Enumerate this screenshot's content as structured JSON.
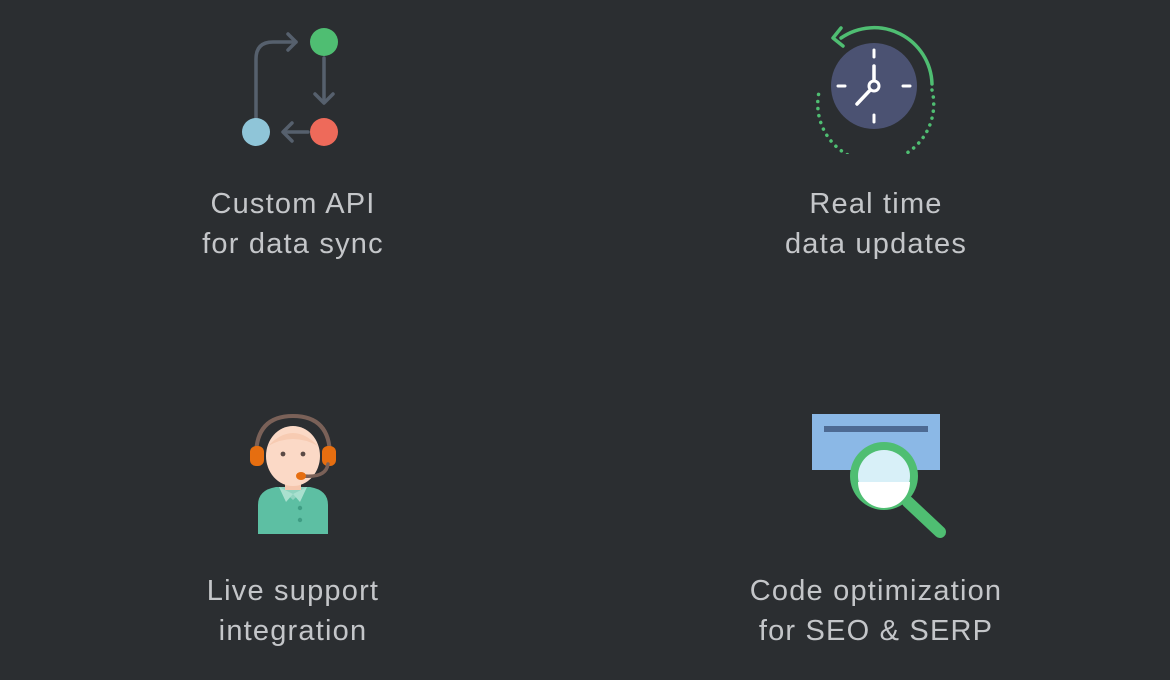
{
  "features": [
    {
      "line1": "Custom API",
      "line2": "for data sync",
      "icon": "api-sync-icon"
    },
    {
      "line1": "Real time",
      "line2": "data updates",
      "icon": "clock-refresh-icon"
    },
    {
      "line1": "Live support",
      "line2": "integration",
      "icon": "support-agent-icon"
    },
    {
      "line1": "Code optimization",
      "line2": "for SEO & SERP",
      "icon": "seo-search-icon"
    }
  ],
  "colors": {
    "background": "#2b2e31",
    "text": "#c4c6c9",
    "green": "#4fbe72",
    "red": "#ee6a5a",
    "blue": "#8fc5d8",
    "slate": "#56606d",
    "clock_face": "#4b5272",
    "skin": "#fbd9c6",
    "orange": "#e66e10",
    "teal": "#5dbfa3",
    "panel_blue": "#8bb8e6"
  }
}
